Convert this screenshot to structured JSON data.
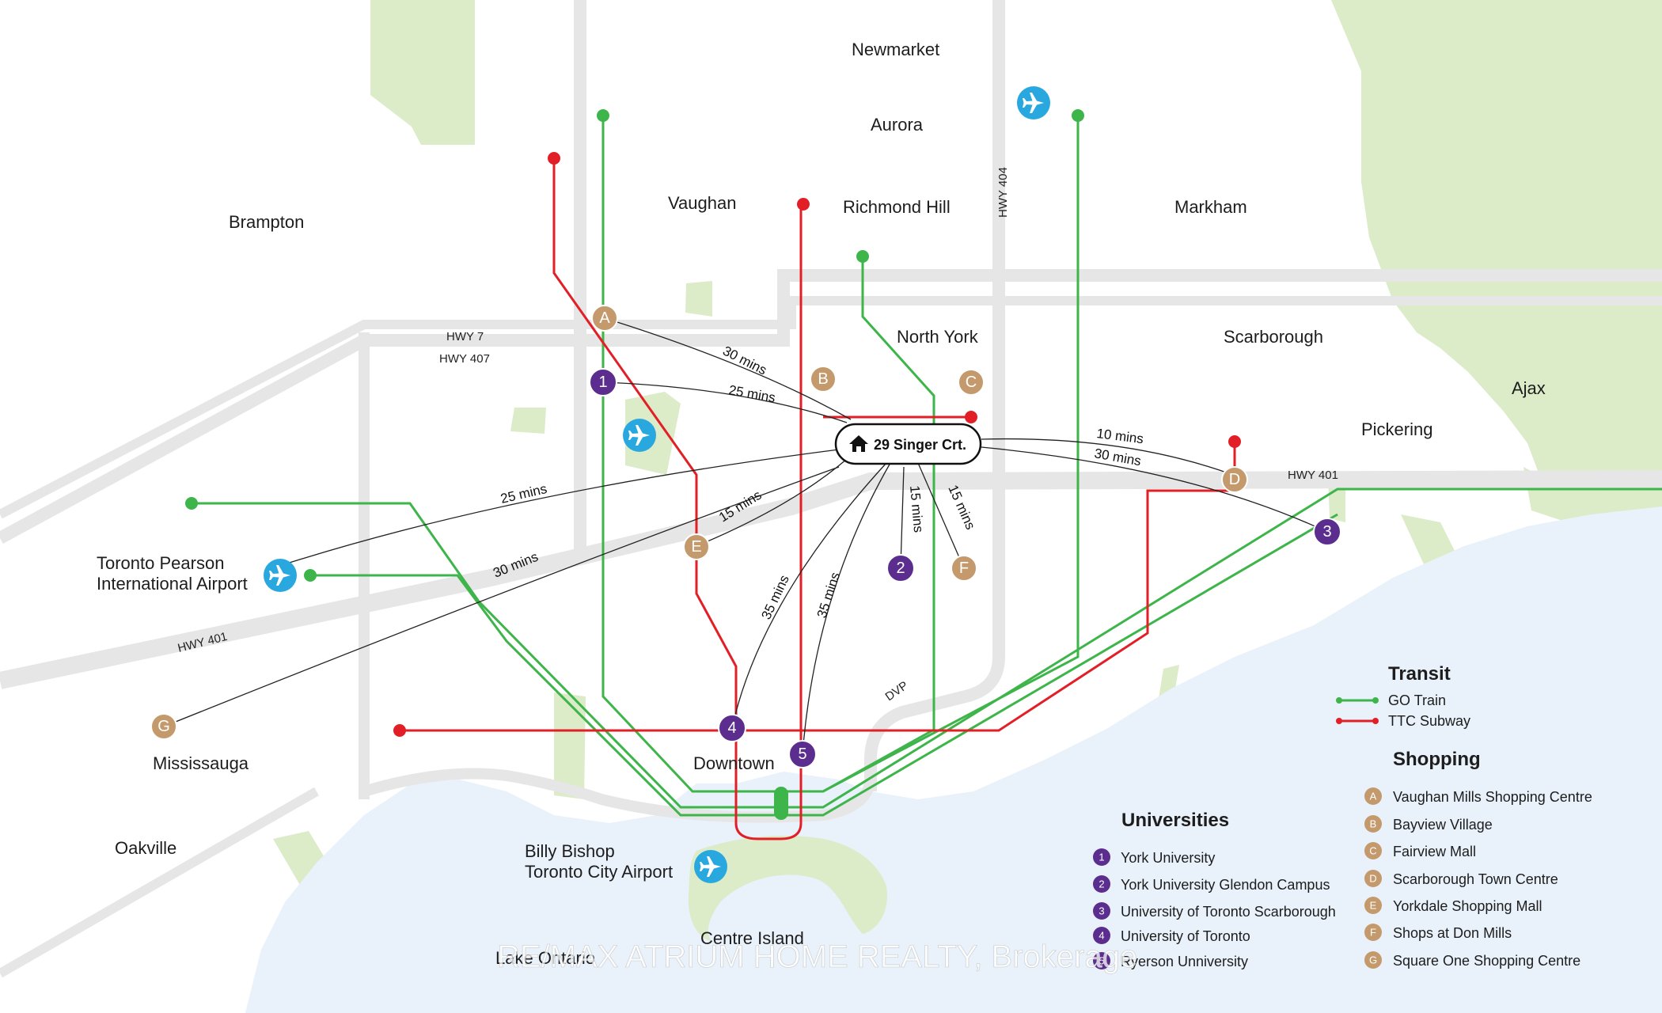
{
  "places": {
    "newmarket": "Newmarket",
    "aurora": "Aurora",
    "brampton": "Brampton",
    "vaughan": "Vaughan",
    "richmond_hill": "Richmond Hill",
    "markham": "Markham",
    "north_york": "North York",
    "scarborough": "Scarborough",
    "ajax": "Ajax",
    "pickering": "Pickering",
    "pearson_line1": "Toronto Pearson",
    "pearson_line2": "International Airport",
    "mississauga": "Mississauga",
    "oakville": "Oakville",
    "downtown": "Downtown",
    "billy_line1": "Billy Bishop",
    "billy_line2": "Toronto City Airport",
    "centre_island": "Centre Island",
    "lake_ontario": "Lake Ontario"
  },
  "highways": {
    "hwy7": "HWY 7",
    "hwy407": "HWY 407",
    "hwy404": "HWY 404",
    "hwy401_east": "HWY 401",
    "hwy401_west": "HWY 401",
    "dvp": "DVP"
  },
  "home": {
    "label": "29 Singer Crt.",
    "icon": "house-icon"
  },
  "travel_times": {
    "a": "30 mins",
    "one": "25 mins",
    "pearson": "25 mins",
    "e": "15 mins",
    "g": "30 mins",
    "four": "35 mins",
    "five": "35 mins",
    "two": "15 mins",
    "f": "15 mins",
    "d": "10 mins",
    "three": "30 mins"
  },
  "markers": {
    "universities": [
      "1",
      "2",
      "3",
      "4",
      "5"
    ],
    "shopping": [
      "A",
      "B",
      "C",
      "D",
      "E",
      "F",
      "G"
    ]
  },
  "legend": {
    "transit_title": "Transit",
    "go_train": "GO Train",
    "ttc_subway": "TTC Subway",
    "shopping_title": "Shopping",
    "shopping_items": [
      {
        "key": "A",
        "label": "Vaughan Mills Shopping Centre"
      },
      {
        "key": "B",
        "label": "Bayview Village"
      },
      {
        "key": "C",
        "label": "Fairview Mall"
      },
      {
        "key": "D",
        "label": "Scarborough Town Centre"
      },
      {
        "key": "E",
        "label": "Yorkdale Shopping Mall"
      },
      {
        "key": "F",
        "label": "Shops at Don Mills"
      },
      {
        "key": "G",
        "label": "Square One Shopping Centre"
      }
    ],
    "universities_title": "Universities",
    "university_items": [
      {
        "key": "1",
        "label": "York University"
      },
      {
        "key": "2",
        "label": "York University Glendon Campus"
      },
      {
        "key": "3",
        "label": "University of Toronto Scarborough"
      },
      {
        "key": "4",
        "label": "University of Toronto"
      },
      {
        "key": "5",
        "label": "Ryerson Unniversity"
      }
    ]
  },
  "watermark": "RE/MAX ATRIUM HOME REALTY, Brokerage",
  "colors": {
    "go_train": "#3db54a",
    "ttc_subway": "#e21f26",
    "university": "#5b2d8e",
    "shopping": "#c49a6c",
    "airport": "#29a8e0",
    "park": "#dcebc8",
    "water": "#e9f1fa",
    "highway": "#e6e6e6"
  },
  "icons": {
    "airport": "airplane-icon",
    "home": "house-icon"
  }
}
